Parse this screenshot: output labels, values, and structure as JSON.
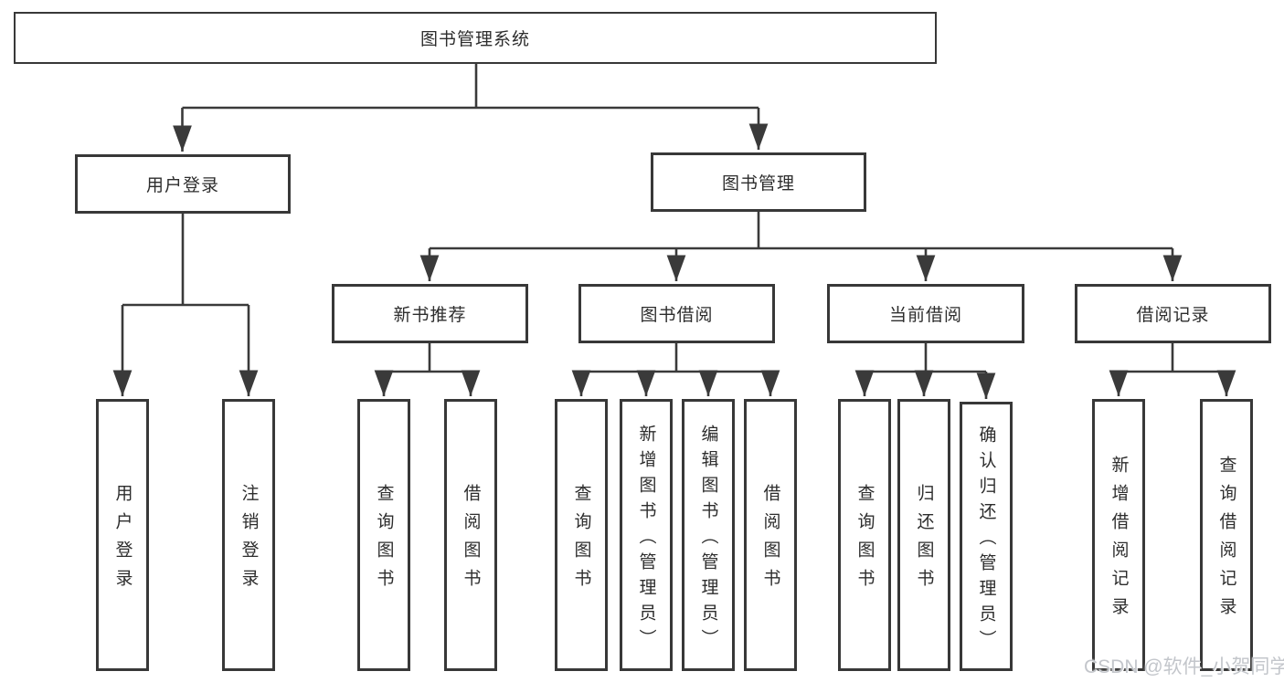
{
  "colors": {
    "background": "#ffffff",
    "box_border": "#383838",
    "connector_line": "#3a3a3a",
    "node_text": "#2d2d2d",
    "watermark_text": "#c3c6cb"
  },
  "watermark": {
    "text": "CSDN @软件_小贺同学"
  },
  "tree": {
    "root": {
      "label": "图书管理系统",
      "children": [
        {
          "label": "用户登录",
          "children": [
            {
              "label": "用户登录"
            },
            {
              "label": "注销登录"
            }
          ]
        },
        {
          "label": "图书管理",
          "children": [
            {
              "label": "新书推荐",
              "children": [
                {
                  "label": "查询图书"
                },
                {
                  "label": "借阅图书"
                }
              ]
            },
            {
              "label": "图书借阅",
              "children": [
                {
                  "label": "查询图书"
                },
                {
                  "label": "新增图书（管理员）"
                },
                {
                  "label": "编辑图书（管理员）"
                },
                {
                  "label": "借阅图书"
                }
              ]
            },
            {
              "label": "当前借阅",
              "children": [
                {
                  "label": "查询图书"
                },
                {
                  "label": "归还图书"
                },
                {
                  "label": "确认归还（管理员）"
                }
              ]
            },
            {
              "label": "借阅记录",
              "children": [
                {
                  "label": "新增借阅记录"
                },
                {
                  "label": "查询借阅记录"
                }
              ]
            }
          ]
        }
      ]
    }
  }
}
